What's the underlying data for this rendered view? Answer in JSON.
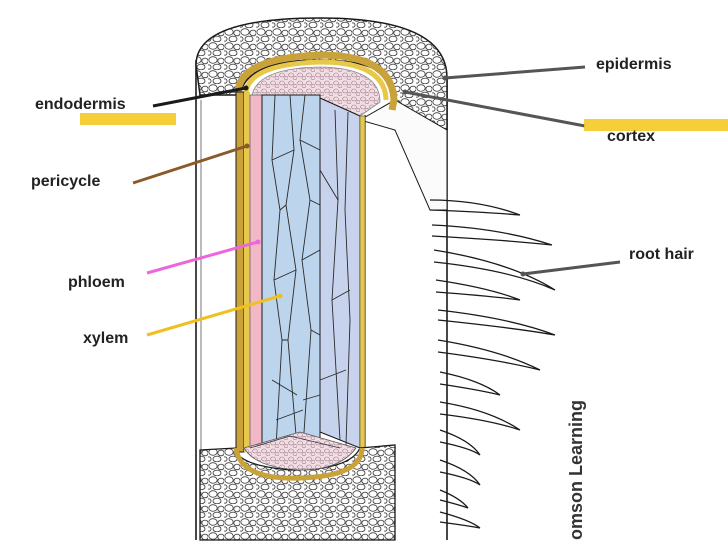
{
  "labels": {
    "epidermis": "epidermis",
    "endodermis": "endodermis",
    "cortex": "cortex",
    "pericycle": "pericycle",
    "root_hair": "root hair",
    "phloem": "phloem",
    "xylem": "xylem"
  },
  "credit": "omson Learning",
  "colors": {
    "highlighter": "#f5c518",
    "xylem_fill": "#bcd4ec",
    "phloem_fill": "#f2b8c6",
    "pericycle_band": "#e8c84a",
    "endodermis_band": "#c9a23a",
    "pericycle_line": "#8b5a2b",
    "phloem_line": "#ee66dd",
    "xylem_line": "#f0c020",
    "pointer_gray": "#555555",
    "outline": "#1a1a1a"
  }
}
